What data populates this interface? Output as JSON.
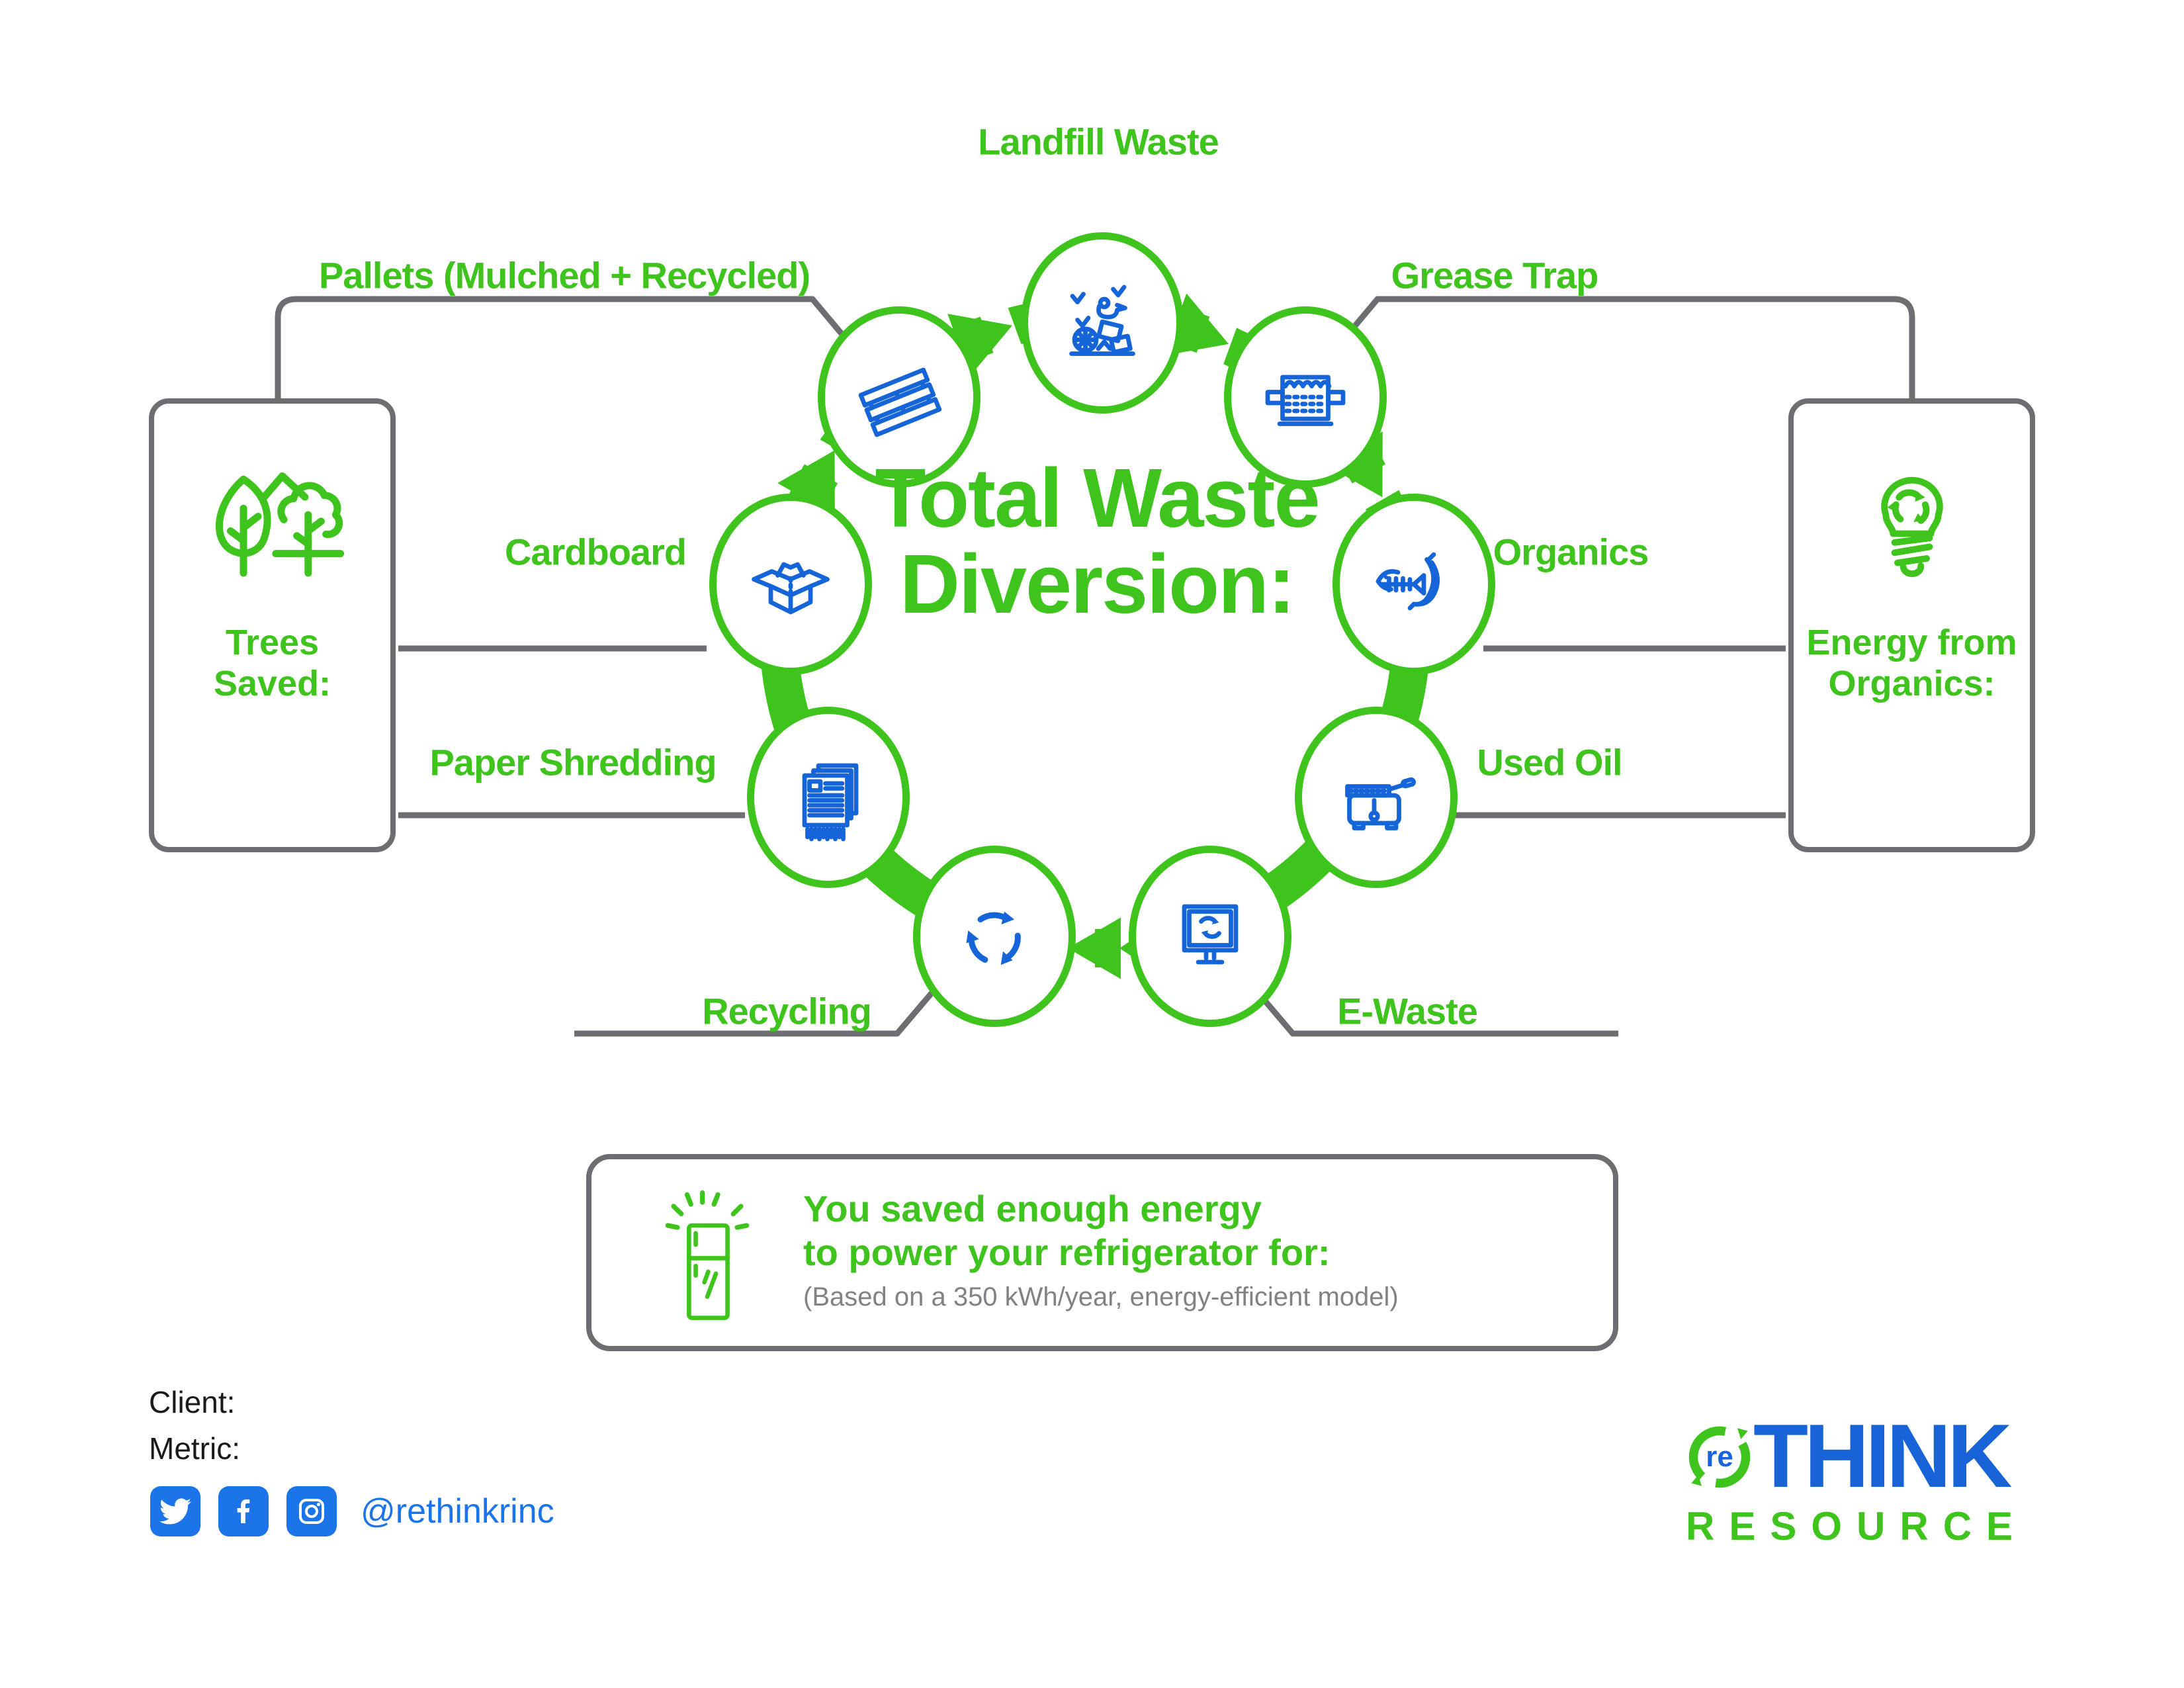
{
  "colors": {
    "green": "#3ec41d",
    "iconblue": "#1565d8",
    "socialblue": "#1b74e8",
    "logoblue": "#1863d8",
    "linegray": "#6d6e71",
    "notegray": "#808285",
    "textblack": "#1a1a1a"
  },
  "title": {
    "line1": "Total Waste",
    "line2": "Diversion:"
  },
  "cycle": {
    "items": [
      {
        "label": "Landfill Waste",
        "icon": "landfill-icon"
      },
      {
        "label": "Pallets (Mulched + Recycled)",
        "icon": "pallet-icon"
      },
      {
        "label": "Grease Trap",
        "icon": "grease-trap-icon"
      },
      {
        "label": "Cardboard",
        "icon": "cardboard-icon"
      },
      {
        "label": "Organics",
        "icon": "organics-icon"
      },
      {
        "label": "Paper Shredding",
        "icon": "paper-shredding-icon"
      },
      {
        "label": "Used Oil",
        "icon": "used-oil-icon"
      },
      {
        "label": "Recycling",
        "icon": "recycling-icon"
      },
      {
        "label": "E-Waste",
        "icon": "e-waste-icon"
      }
    ]
  },
  "boxes": {
    "trees": {
      "line1": "Trees",
      "line2": "Saved:",
      "icon": "trees-icon"
    },
    "energy": {
      "line1": "Energy from",
      "line2": "Organics:",
      "icon": "bulb-icon"
    }
  },
  "energy_note_box": {
    "heading1": "You saved enough energy",
    "heading2": "to power your refrigerator for:",
    "note": "(Based on a 350 kWh/year, energy-efficient model)",
    "icon": "fridge-icon"
  },
  "footer": {
    "client": "Client:",
    "metric": "Metric:",
    "handle": "@rethinkrinc"
  },
  "logo": {
    "re": "re",
    "think": "THINK",
    "resource": "RESOURCE"
  }
}
